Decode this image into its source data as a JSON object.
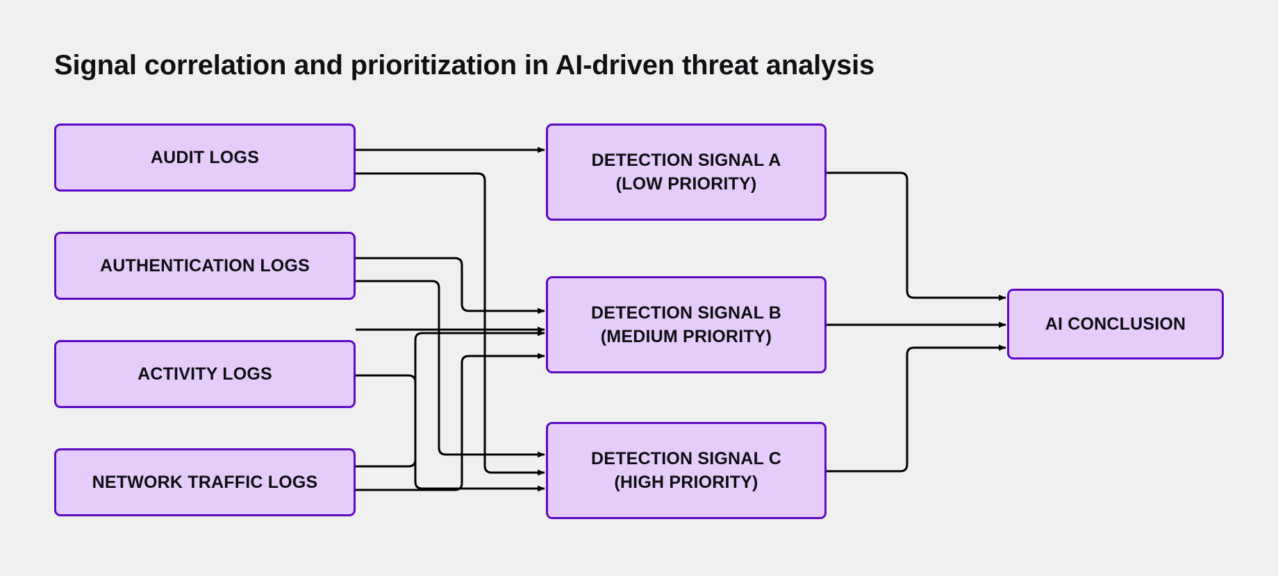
{
  "title": "Signal correlation and prioritization in AI-driven threat analysis",
  "colors": {
    "background": "#f0f0f0",
    "node_fill": "#E6CCFB",
    "node_border": "#5B09C1",
    "text": "#0d0d12",
    "edge": "#000000"
  },
  "sources": [
    {
      "id": "audit-logs",
      "label": "AUDIT LOGS"
    },
    {
      "id": "authentication-logs",
      "label": "AUTHENTICATION LOGS"
    },
    {
      "id": "activity-logs",
      "label": "ACTIVITY LOGS"
    },
    {
      "id": "network-traffic-logs",
      "label": "NETWORK TRAFFIC LOGS"
    }
  ],
  "signals": [
    {
      "id": "detection-signal-a",
      "line1": "DETECTION SIGNAL A",
      "line2": "(LOW PRIORITY)"
    },
    {
      "id": "detection-signal-b",
      "line1": "DETECTION SIGNAL B",
      "line2": "(MEDIUM PRIORITY)"
    },
    {
      "id": "detection-signal-c",
      "line1": "DETECTION SIGNAL C",
      "line2": "(HIGH PRIORITY)"
    }
  ],
  "conclusion": {
    "id": "ai-conclusion",
    "label": "AI CONCLUSION"
  },
  "chart_data": {
    "type": "diagram",
    "title": "Signal correlation and prioritization in AI-driven threat analysis",
    "nodes": [
      {
        "id": "audit-logs",
        "label": "AUDIT LOGS",
        "column": 1
      },
      {
        "id": "authentication-logs",
        "label": "AUTHENTICATION LOGS",
        "column": 1
      },
      {
        "id": "activity-logs",
        "label": "ACTIVITY LOGS",
        "column": 1
      },
      {
        "id": "network-traffic-logs",
        "label": "NETWORK TRAFFIC LOGS",
        "column": 1
      },
      {
        "id": "detection-signal-a",
        "label": "DETECTION SIGNAL A (LOW PRIORITY)",
        "column": 2
      },
      {
        "id": "detection-signal-b",
        "label": "DETECTION SIGNAL B (MEDIUM PRIORITY)",
        "column": 2
      },
      {
        "id": "detection-signal-c",
        "label": "DETECTION SIGNAL C (HIGH PRIORITY)",
        "column": 2
      },
      {
        "id": "ai-conclusion",
        "label": "AI CONCLUSION",
        "column": 3
      }
    ],
    "edges": [
      {
        "from": "audit-logs",
        "to": "detection-signal-a"
      },
      {
        "from": "audit-logs",
        "to": "detection-signal-c"
      },
      {
        "from": "authentication-logs",
        "to": "detection-signal-b"
      },
      {
        "from": "authentication-logs",
        "to": "detection-signal-c"
      },
      {
        "from": "activity-logs",
        "to": "detection-signal-b"
      },
      {
        "from": "activity-logs",
        "to": "detection-signal-c"
      },
      {
        "from": "network-traffic-logs",
        "to": "detection-signal-b"
      },
      {
        "from": "network-traffic-logs",
        "to": "detection-signal-b"
      },
      {
        "from": "detection-signal-a",
        "to": "ai-conclusion"
      },
      {
        "from": "detection-signal-b",
        "to": "ai-conclusion"
      },
      {
        "from": "detection-signal-c",
        "to": "ai-conclusion"
      }
    ]
  }
}
